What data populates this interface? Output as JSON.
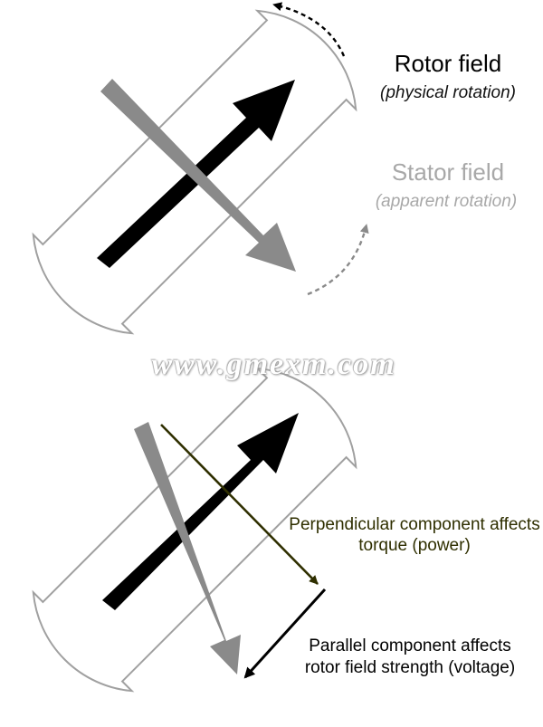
{
  "labels": {
    "rotor_title": "Rotor field",
    "rotor_subtitle": "(physical rotation)",
    "stator_title": "Stator field",
    "stator_subtitle": "(apparent rotation)",
    "perpendicular": "Perpendicular component affects torque (power)",
    "parallel": "Parallel component affects rotor field strength (voltage)"
  },
  "watermark": "www.gmexm.com",
  "colors": {
    "rotor_arrow": "#000000",
    "stator_arrow": "#8a8a8a",
    "rotor_outline": "#a0a0a0",
    "perpendicular_arrow": "#2f2f00",
    "parallel_arrow": "#000000",
    "stator_label": "#a8a8a8"
  }
}
